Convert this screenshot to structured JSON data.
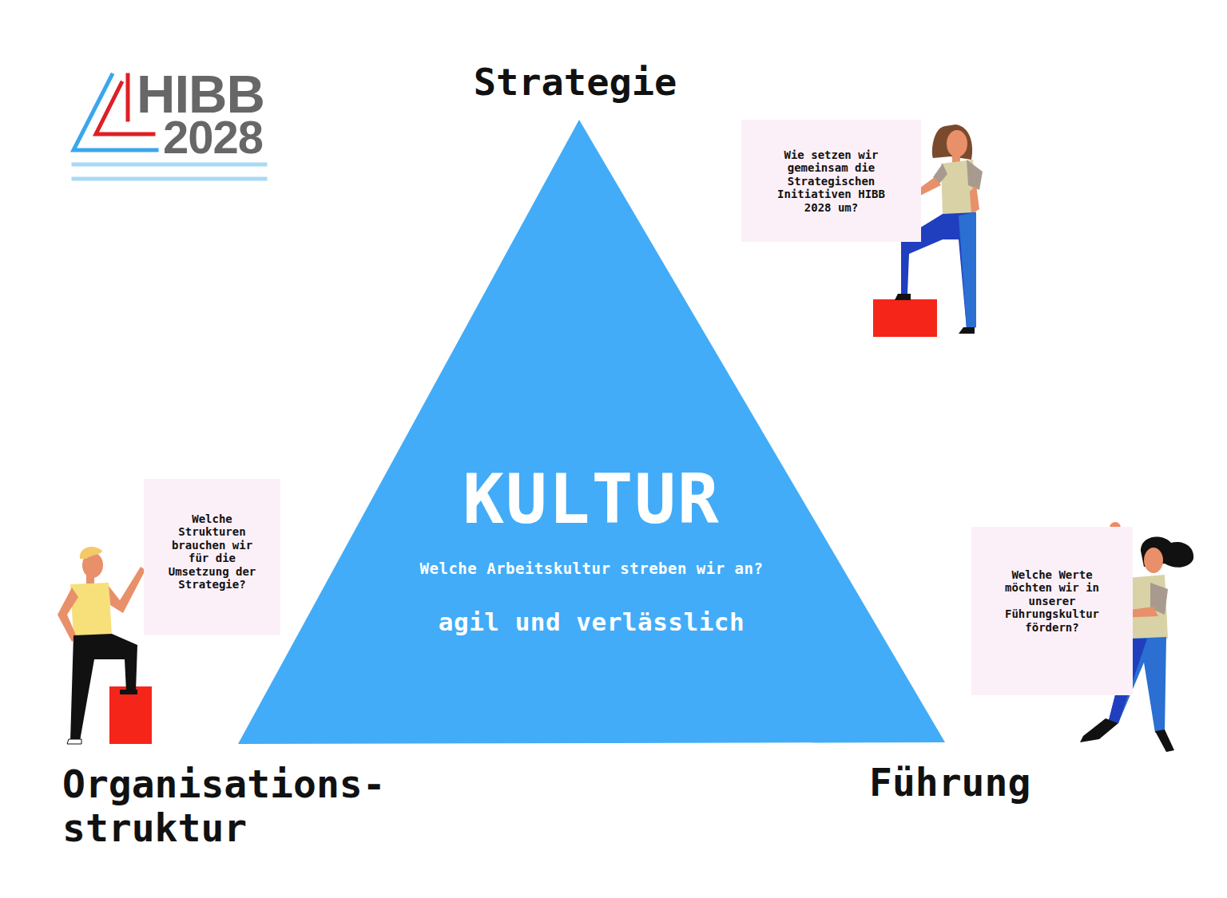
{
  "diagram": {
    "nodes": [
      {
        "text": [
          "KULTUR",
          "Welche Arbeitskultur streben wir an?",
          "agil und verlässlich"
        ]
      },
      {
        "text": [
          "Wie setzen wir gemeinsam die Strategischen Initiativen HIBB 2028 um?"
        ]
      },
      {
        "text": [
          "Welche Strukturen brauchen wir für die Umsetzung der Strategie?"
        ]
      },
      {
        "text": [
          "Welche Werte möchten wir in unserer Führungskultur fördern?"
        ]
      }
    ],
    "labels": [
      "HIBB",
      "2028",
      "Strategie",
      "Organisations- struktur",
      "Führung"
    ]
  }
}
